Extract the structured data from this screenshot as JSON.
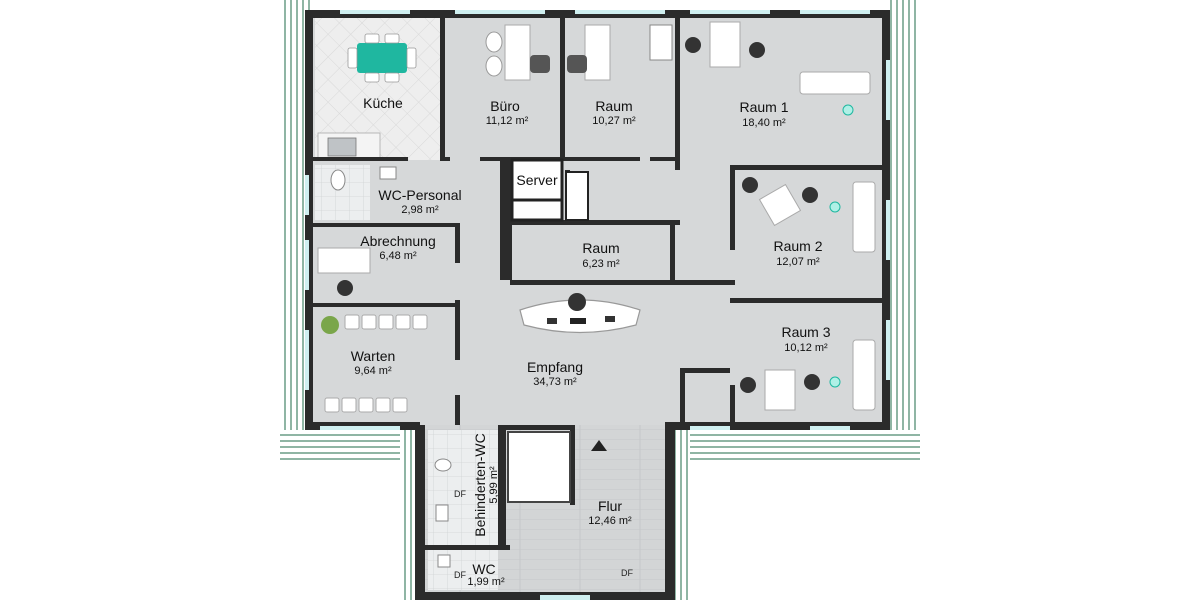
{
  "rooms": [
    {
      "id": "kueche",
      "name": "Küche",
      "area": ""
    },
    {
      "id": "buero",
      "name": "Büro",
      "area": "11,12 m²"
    },
    {
      "id": "raum-top",
      "name": "Raum",
      "area": "10,27 m²"
    },
    {
      "id": "raum1",
      "name": "Raum 1",
      "area": "18,40 m²"
    },
    {
      "id": "wc-personal",
      "name": "WC-Personal",
      "area": "2,98 m²"
    },
    {
      "id": "abrechnung",
      "name": "Abrechnung",
      "area": "6,48 m²"
    },
    {
      "id": "raum-mid",
      "name": "Raum",
      "area": "6,23 m²"
    },
    {
      "id": "raum2",
      "name": "Raum 2",
      "area": "12,07 m²"
    },
    {
      "id": "raum3",
      "name": "Raum 3",
      "area": "10,12 m²"
    },
    {
      "id": "warten",
      "name": "Warten",
      "area": "9,64 m²"
    },
    {
      "id": "empfang",
      "name": "Empfang",
      "area": "34,73 m²"
    },
    {
      "id": "flur",
      "name": "Flur",
      "area": "12,46 m²"
    },
    {
      "id": "behinderten-wc",
      "name": "Behinderten-WC",
      "area": "5,99 m²"
    },
    {
      "id": "wc",
      "name": "WC",
      "area": "1,99 m²"
    }
  ],
  "server_label": "Server",
  "df_label": "DF",
  "colors": {
    "wall": "#2b2b2b",
    "floor": "#d6d8d9",
    "roof_green": "#1f6b4a",
    "tile": "#e9eaeb",
    "accent": "#1fb7a0",
    "window": "#cfeff0"
  }
}
